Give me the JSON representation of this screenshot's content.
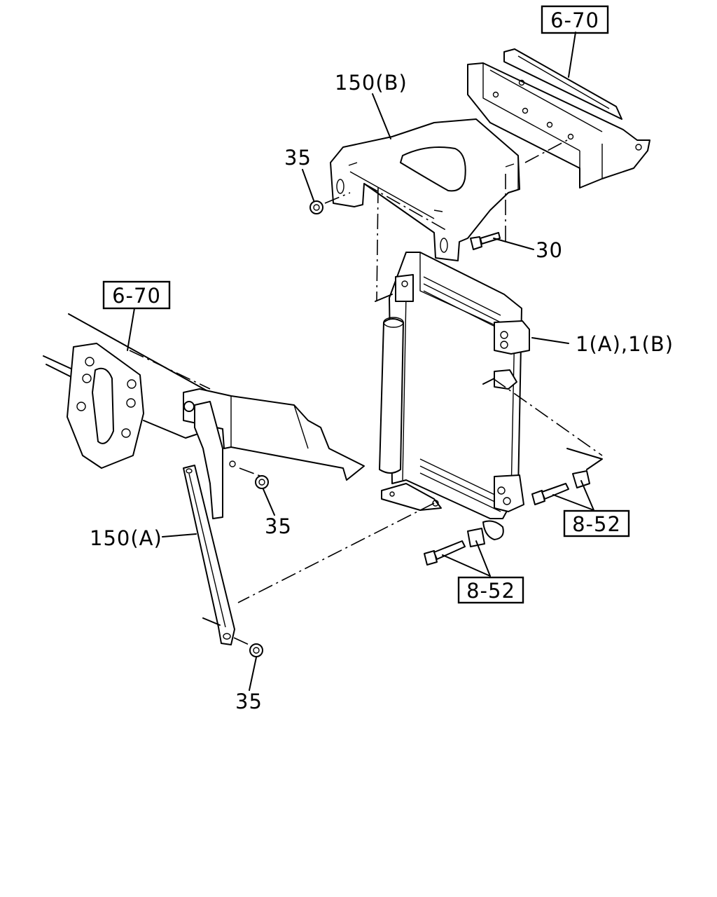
{
  "callouts": {
    "ref_top_right": "6-70",
    "bracket_b": "150(B)",
    "nut_upper": "35",
    "bolt_upper": "30",
    "ref_left": "6-70",
    "condenser": "1(A),1(B)",
    "nut_middle": "35",
    "bracket_a": "150(A)",
    "ref_right_lower": "8-52",
    "ref_bottom": "8-52",
    "nut_bottom": "35"
  }
}
